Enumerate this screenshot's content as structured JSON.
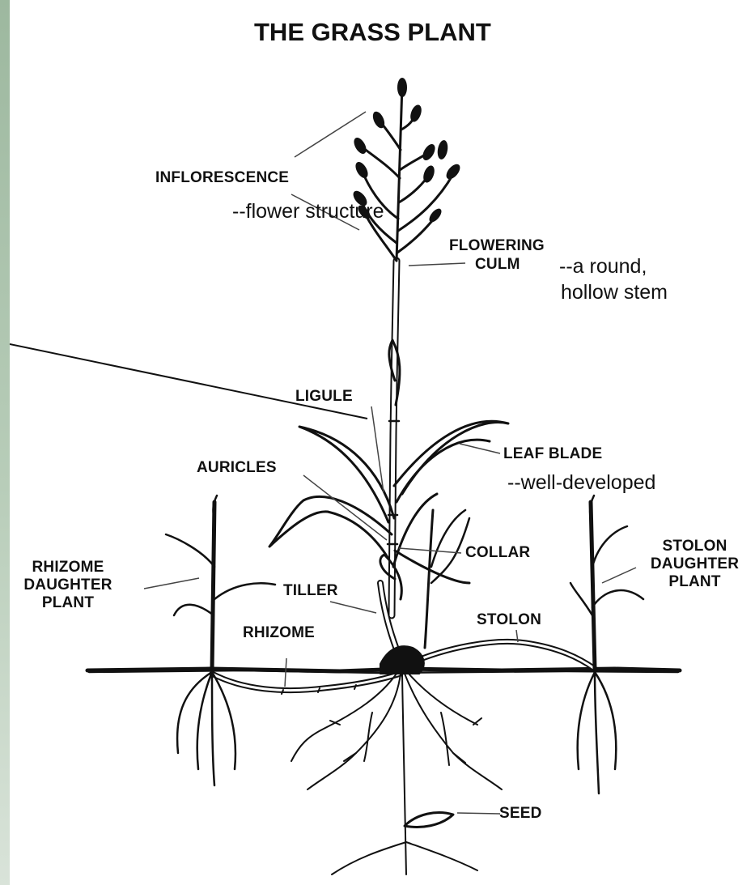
{
  "title": "THE GRASS PLANT",
  "labels": {
    "inflorescence": "INFLORESCENCE",
    "flowering": "FLOWERING",
    "culm": "CULM",
    "ligule": "LIGULE",
    "leaf_blade": "LEAF BLADE",
    "auricles": "AURICLES",
    "collar": "COLLAR",
    "rhizome_daughter": [
      "RHIZOME",
      "DAUGHTER",
      "PLANT"
    ],
    "tiller": "TILLER",
    "stolon_daughter": [
      "STOLON",
      "DAUGHTER",
      "PLANT"
    ],
    "stolon": "STOLON",
    "rhizome": "RHIZOME",
    "seed": "SEED"
  },
  "notes": {
    "flower": "--flower structure",
    "culm_1": "--a round,",
    "culm_2": "hollow stem",
    "leaf": "--well-developed"
  }
}
